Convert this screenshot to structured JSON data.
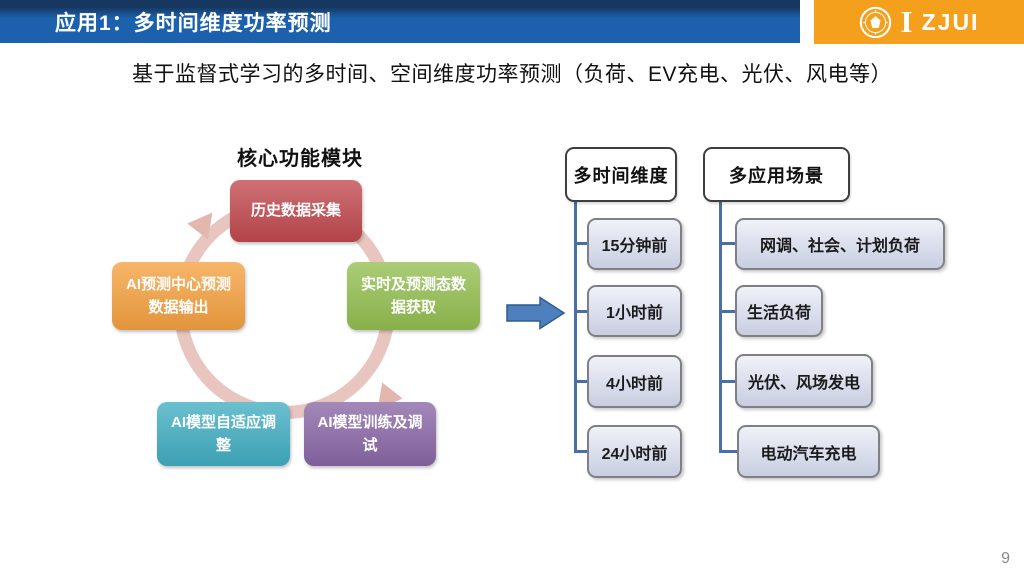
{
  "header": {
    "title": "应用1：多时间维度功率预测",
    "brand": {
      "zjui_label": "ZJUI",
      "block_i": "I"
    }
  },
  "subtitle": "基于监督式学习的多时间、空间维度功率预测（负荷、EV充电、光伏、风电等）",
  "cycle": {
    "title": "核心功能模块",
    "nodes": [
      {
        "id": "history",
        "label": "历史数据采集",
        "color": "#C1494F"
      },
      {
        "id": "realtime",
        "label": "实时及预测态数\n据获取",
        "color": "#93BF50"
      },
      {
        "id": "training",
        "label": "AI模型训练及调\n试",
        "color": "#8A67A6"
      },
      {
        "id": "adaptive",
        "label": "AI模型自适应调\n整",
        "color": "#41AEC2"
      },
      {
        "id": "output",
        "label": "AI预测中心预测\n数据输出",
        "color": "#F5A140"
      }
    ]
  },
  "time_tree": {
    "title": "多时间维度",
    "items": [
      "15分钟前",
      "1小时前",
      "4小时前",
      "24小时前"
    ]
  },
  "scene_tree": {
    "title": "多应用场景",
    "items": [
      "网调、社会、计划负荷",
      "生活负荷",
      "光伏、风场发电",
      "电动汽车充电"
    ]
  },
  "page_number": "9",
  "colors": {
    "header_navy": "#16375F",
    "header_blue": "#1C61AD",
    "brand_orange": "#F4A01C",
    "tree_line": "#4A6FA5",
    "arrow_blue": "#4E80BE",
    "ring_pink": "#E8C6BF"
  }
}
